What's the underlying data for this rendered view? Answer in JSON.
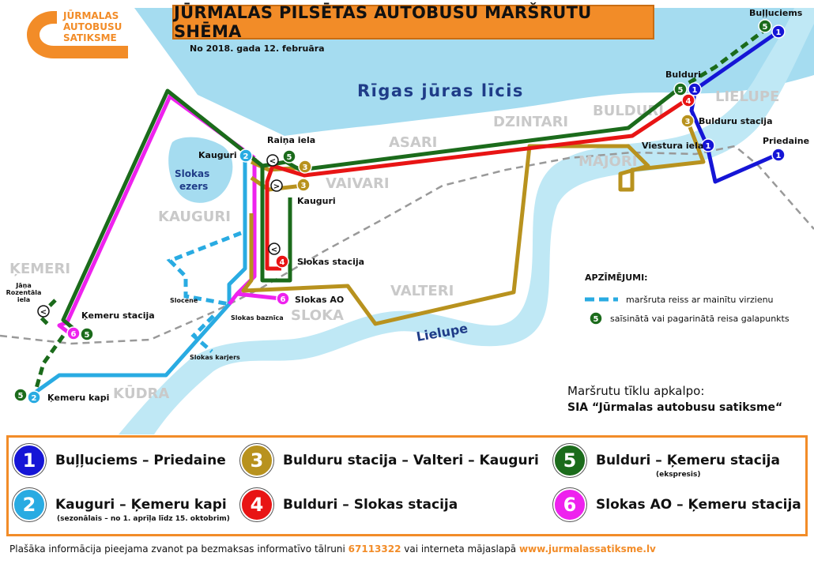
{
  "logo": {
    "line1": "JŪRMALAS",
    "line2": "AUTOBUSU",
    "line3": "SATIKSME"
  },
  "header": {
    "title": "JŪRMALAS PILSĒTAS AUTOBUSU MARŠRUTU SHĒMA",
    "date": "No 2018. gada 12. februāra"
  },
  "water": {
    "gulf": "Rīgas jūras līcis",
    "lake": [
      "Slokas",
      "ezers"
    ],
    "river": "Lielupe"
  },
  "districts": [
    "ĶEMERI",
    "KAUGURI",
    "ASARI",
    "VAIVARI",
    "DZINTARI",
    "BULDURI",
    "MAJORI",
    "LIELUPE",
    "VALTERI",
    "SLOKA",
    "KŪDRA"
  ],
  "stops": {
    "bullciems": "Buļļuciems",
    "bulduri": "Bulduri",
    "bulduru_stacija": "Bulduru stacija",
    "viestura_iela": "Viestura iela",
    "priedaine": "Priedaine",
    "raina_iela": "Raiņa iela",
    "kauguri_left": "Kauguri",
    "kauguri": "Kauguri",
    "slokas_stacija": "Slokas stacija",
    "slokas_ao": "Slokas AO",
    "slokas_baznica": "Slokas baznīca",
    "slocene": "Slocene",
    "slokas_karjers": "Slokas karjers",
    "kemeru_stacija": "Ķemeru stacija",
    "kemeru_kapi": "Ķemeru kapi",
    "janna_rozentala": [
      "Jāņa",
      "Rozentāla",
      "iela"
    ]
  },
  "legend": {
    "title": "APZĪMĒJUMI:",
    "dashed": "maršruta reiss ar mainītu virzienu",
    "terminal": "saīsinātā vai pagarinātā reisa galapunkts",
    "terminal_num": "5"
  },
  "operator": {
    "pre": "Maršrutu tīklu apkalpo:",
    "name": "SIA “Jūrmalas autobusu satiksme“"
  },
  "routes": [
    {
      "num": "1",
      "color": "#1515d6",
      "label": "Buļļuciems – Priedaine",
      "sub": ""
    },
    {
      "num": "2",
      "color": "#29abe2",
      "label": "Kauguri – Ķemeru kapi",
      "sub": "(sezonālais – no 1. aprīļa līdz 15. oktobrim)"
    },
    {
      "num": "3",
      "color": "#b8921e",
      "label": "Bulduru stacija – Valteri – Kauguri",
      "sub": ""
    },
    {
      "num": "4",
      "color": "#e81414",
      "label": "Bulduri – Slokas stacija",
      "sub": ""
    },
    {
      "num": "5",
      "color": "#1b6b1b",
      "label": "Bulduri – Ķemeru stacija",
      "sub": "(ekspresis)"
    },
    {
      "num": "6",
      "color": "#ee22ee",
      "label": "Slokas AO – Ķemeru stacija",
      "sub": ""
    }
  ],
  "footer": {
    "text": "Plašāka informācija pieejama zvanot pa bezmaksas informatīvo tālruni",
    "phone": "67113322",
    "mid": "vai interneta mājaslapā",
    "url": "www.jurmalassatiksme.lv"
  }
}
